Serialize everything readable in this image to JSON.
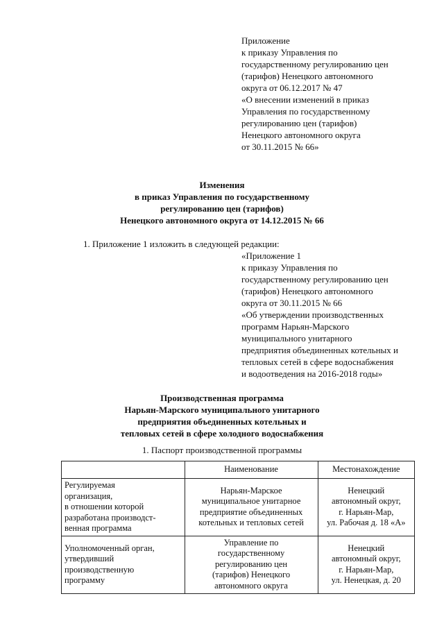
{
  "appendix": {
    "lines": [
      "Приложение",
      "к приказу Управления по",
      "государственному регулированию цен",
      "(тарифов) Ненецкого автономного",
      "округа от 06.12.2017 № 47",
      "«О внесении изменений в приказ",
      "Управления по государственному",
      "регулированию цен (тарифов)",
      "Ненецкого автономного округа",
      "от 30.11.2015 № 66»"
    ]
  },
  "heading1": {
    "lines": [
      "Изменения",
      "в приказ Управления по государственному",
      "регулированию цен (тарифов)",
      "Ненецкого автономного округа от 14.12.2015 № 66"
    ]
  },
  "item1": "1. Приложение 1 изложить в следующей редакции:",
  "appendix2": {
    "lines": [
      "«Приложение 1",
      "к приказу Управления по",
      "государственному регулированию цен",
      "(тарифов) Ненецкого автономного",
      "округа от 30.11.2015 № 66",
      "«Об утверждении производственных",
      "программ Нарьян-Марского",
      "муниципального унитарного",
      "предприятия объединенных котельных и",
      "тепловых сетей в сфере водоснабжения",
      "и водоотведения на 2016-2018 годы»"
    ]
  },
  "heading2": {
    "lines": [
      "Производственная программа",
      "Нарьян-Марского муниципального унитарного",
      "предприятия объединенных котельных и",
      "тепловых сетей в сфере холодного водоснабжения"
    ]
  },
  "section_title": "1. Паспорт производственной программы",
  "table": {
    "headers": [
      "",
      "Наименование",
      "Местонахождение"
    ],
    "rows": [
      {
        "label": [
          "Регулируемая",
          "организация,",
          "в отношении которой",
          "разработана производст-",
          "венная программа"
        ],
        "name": [
          "Нарьян-Марское",
          "муниципальное унитарное",
          "предприятие объединенных",
          "котельных и тепловых сетей"
        ],
        "location": [
          "Ненецкий",
          "автономный округ,",
          "г. Нарьян-Мар,",
          "ул. Рабочая д. 18 «А»"
        ]
      },
      {
        "label": [
          "Уполномоченный орган,",
          "утвердивший",
          "производственную",
          "программу"
        ],
        "name": [
          "Управление по",
          "государственному",
          "регулированию цен",
          "(тарифов) Ненецкого",
          "автономного округа"
        ],
        "location": [
          "Ненецкий",
          "автономный округ,",
          "г. Нарьян-Мар,",
          "ул. Ненецкая, д. 20"
        ]
      }
    ]
  }
}
